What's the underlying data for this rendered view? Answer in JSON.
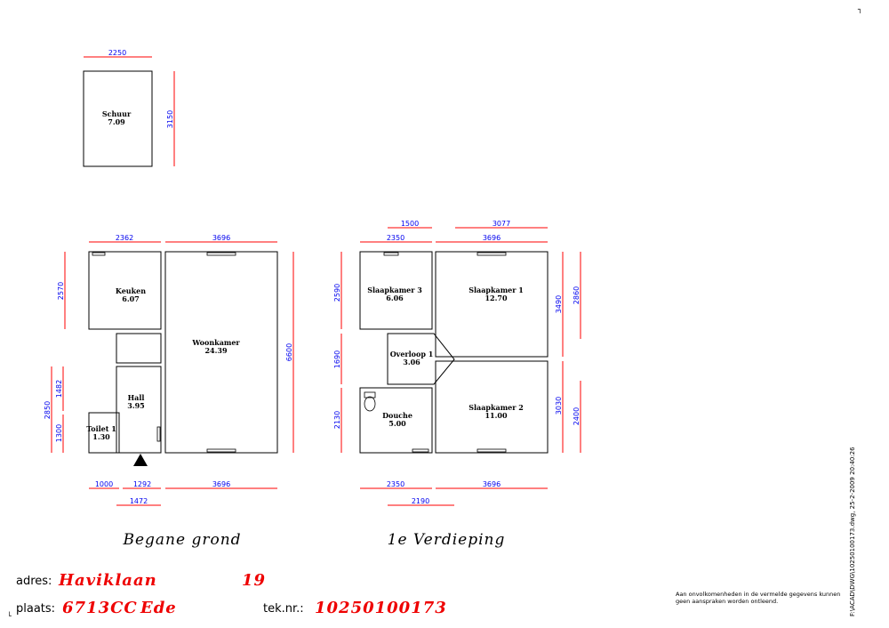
{
  "rooms": [
    {
      "name": "Schuur",
      "area": "7.09"
    },
    {
      "name": "Keuken",
      "area": "6.07"
    },
    {
      "name": "Woonkamer",
      "area": "24.39"
    },
    {
      "name": "Hall",
      "area": "3.95"
    },
    {
      "name": "Toilet 1",
      "area": "1.30"
    },
    {
      "name": "Slaapkamer 3",
      "area": "6.06"
    },
    {
      "name": "Slaapkamer 1",
      "area": "12.70"
    },
    {
      "name": "Overloop 1",
      "area": "3.06"
    },
    {
      "name": "Douche",
      "area": "5.00"
    },
    {
      "name": "Slaapkamer 2",
      "area": "11.00"
    }
  ],
  "dimensions": {
    "schuur_w": "2250",
    "schuur_h": "3150",
    "bg_top_left": "2362",
    "bg_top_right": "3696",
    "bg_left_keuken": "2570",
    "bg_left_total": "2850",
    "bg_left_hall": "1482",
    "bg_left_toilet": "1300",
    "bg_right": "6600",
    "bg_bottom_toilet": "1000",
    "bg_bottom_hall": "1292",
    "bg_bottom_right": "3696",
    "bg_bottom_sub": "1472",
    "v_top_a": "1500",
    "v_top_b": "3077",
    "v_top_left": "2350",
    "v_top_right": "3696",
    "v_left_top": "2590",
    "v_left_mid": "1690",
    "v_left_bottom": "2130",
    "v_right_a": "3490",
    "v_right_b": "2860",
    "v_right_c": "3030",
    "v_right_d": "2400",
    "v_bottom_left": "2350",
    "v_bottom_right": "3696",
    "v_bottom_sub": "2190"
  },
  "floors": {
    "ground": "Begane grond",
    "first": "1e Verdieping"
  },
  "info": {
    "address_label": "adres:",
    "street": "Haviklaan",
    "house_number": "19",
    "city_label": "plaats:",
    "postcode": "6713CC",
    "city": "Ede",
    "drawing_label": "tek.nr.:",
    "drawing_number": "10250100173"
  },
  "disclaimer": "Aan onvolkomenheden in de vermelde gegevens kunnen geen aanspraken worden ontleend.",
  "file_path": "F:\\ACAD\\DWG\\10250100173.dwg, 25-2-2009 20:40:26",
  "colors": {
    "dimension_line": "#ff0000",
    "dimension_text": "#0000ee",
    "info_value": "#ee0000"
  }
}
